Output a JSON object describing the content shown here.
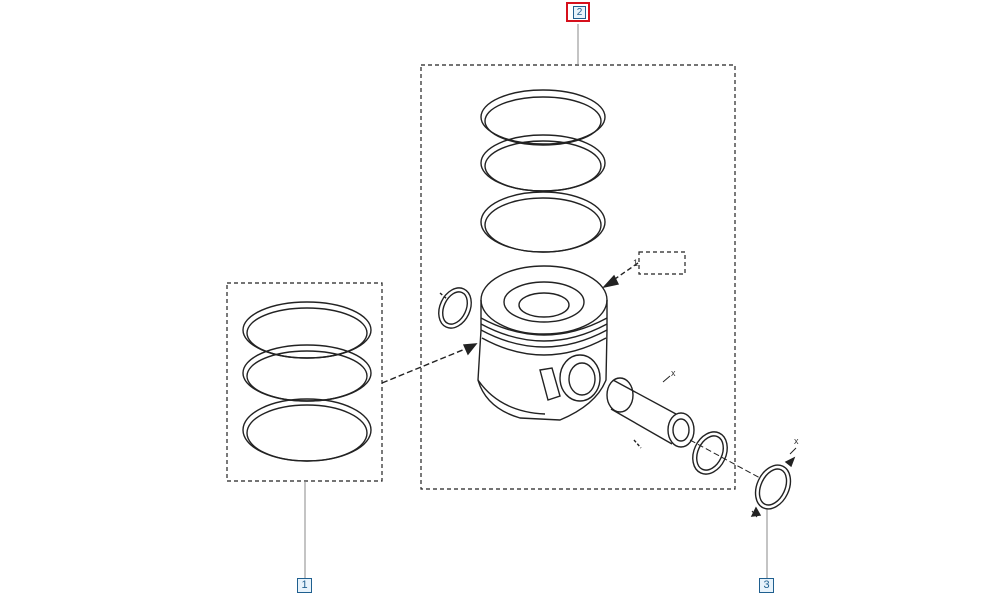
{
  "callouts": {
    "item_1": "1",
    "item_2": "2",
    "item_3": "3"
  },
  "annotations": {
    "pin_dim": "x",
    "clip_dim": "x",
    "piston_ref": "1"
  },
  "colors": {
    "line": "#222222",
    "callout_border": "#1f5f8f",
    "selected": "#d6101c"
  }
}
